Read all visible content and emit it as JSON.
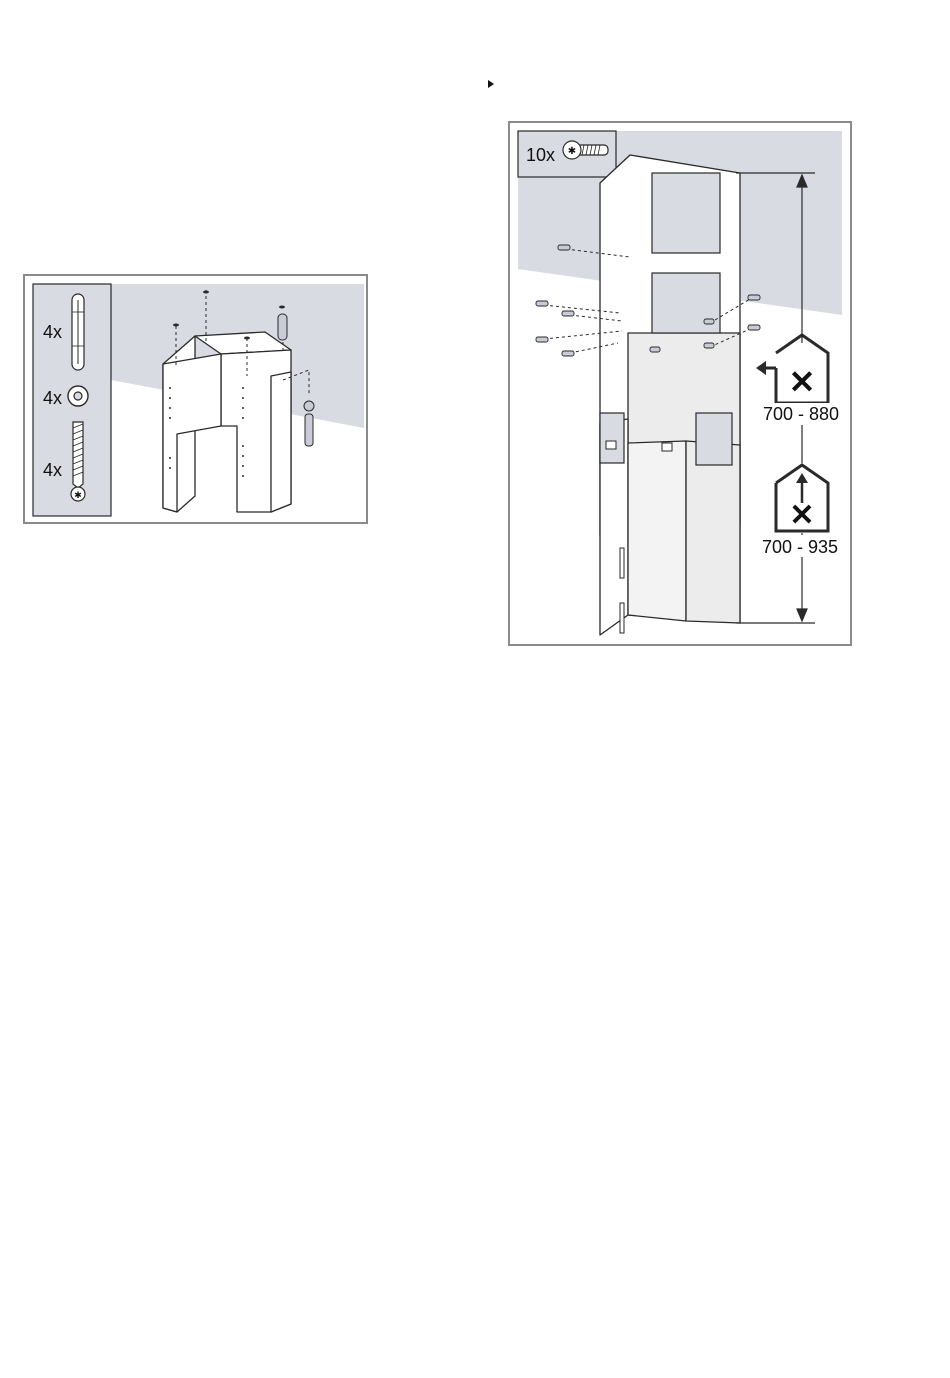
{
  "figure1": {
    "parts": [
      {
        "qty": "4x",
        "icon": "wall-plug-icon"
      },
      {
        "qty": "4x",
        "icon": "washer-icon"
      },
      {
        "qty": "4x",
        "icon": "wood-screw-icon"
      }
    ]
  },
  "figure2": {
    "screw_qty": "10x",
    "screw_icon": "machine-screw-icon",
    "range_recirc": "700 - 880",
    "range_extract": "700 - 935",
    "recirc_icon": "recirculation-house-icon",
    "extract_icon": "extraction-house-icon"
  },
  "colors": {
    "wall": "#d9dbe3",
    "frame": "#ffffff",
    "outline": "#2a2a2a",
    "border": "#8a8a8a"
  }
}
